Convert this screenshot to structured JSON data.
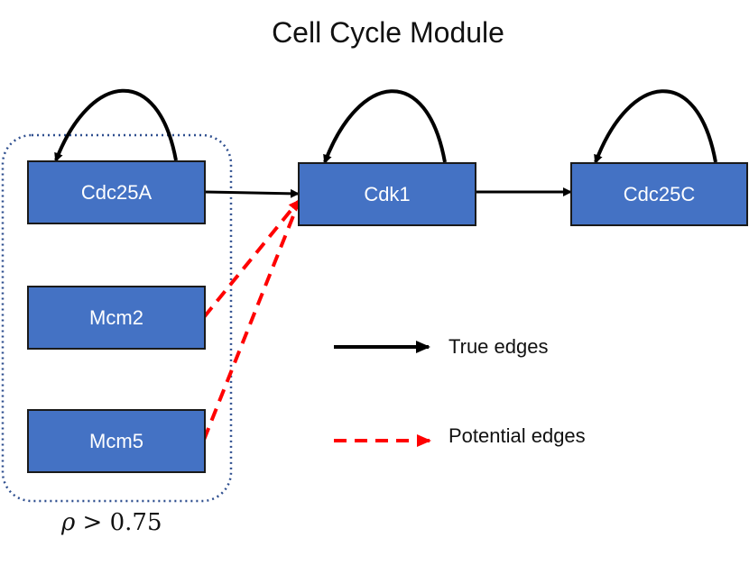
{
  "title": "Cell Cycle Module",
  "colors": {
    "node_fill": "#4472C4",
    "true_edge": "#000000",
    "potential_edge": "#FF0000",
    "group_border": "#2F4F8F"
  },
  "nodes": {
    "cdc25a": "Cdc25A",
    "cdk1": "Cdk1",
    "cdc25c": "Cdc25C",
    "mcm2": "Mcm2",
    "mcm5": "Mcm5"
  },
  "legend": {
    "true_edges": "True edges",
    "potential_edges": "Potential edges"
  },
  "group": {
    "symbol": "ρ",
    "relation": " > 0.75"
  }
}
